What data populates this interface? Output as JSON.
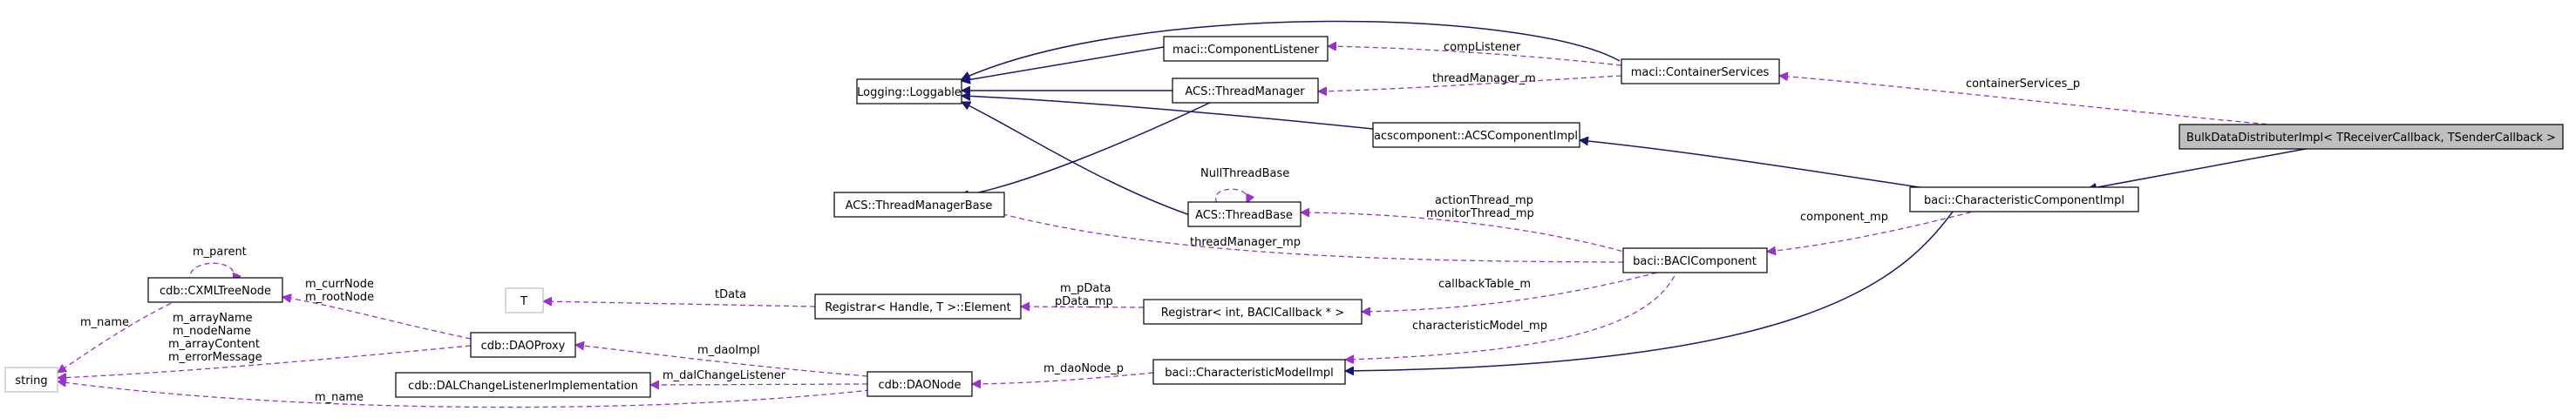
{
  "nodes": {
    "loggable": "Logging::Loggable",
    "component_listener": "maci::ComponentListener",
    "thread_manager": "ACS::ThreadManager",
    "container_services": "maci::ContainerServices",
    "acs_component_impl": "acscomponent::ACSComponentImpl",
    "bulk_data_distributer": "BulkDataDistributerImpl< TReceiverCallback, TSenderCallback >",
    "thread_manager_base": "ACS::ThreadManagerBase",
    "thread_base": "ACS::ThreadBase",
    "characteristic_component_impl": "baci::CharacteristicComponentImpl",
    "cxml_tree_node": "cdb::CXMLTreeNode",
    "t": "T",
    "registrar_element": "Registrar< Handle, T >::Element",
    "registrar_int": "Registrar< int, BACICallback * >",
    "baci_component": "baci::BACIComponent",
    "string": "string",
    "dao_proxy": "cdb::DAOProxy",
    "dal_change_listener": "cdb::DALChangeListenerImplementation",
    "dao_node": "cdb::DAONode",
    "characteristic_model_impl": "baci::CharacteristicModelImpl"
  },
  "edge_labels": {
    "comp_listener": "compListener",
    "thread_manager_m": "threadManager_m",
    "container_services_p": "containerServices_p",
    "null_thread_base": "NullThreadBase",
    "action_thread": "actionThread_mp",
    "monitor_thread": "monitorThread_mp",
    "component_mp": "component_mp",
    "thread_manager_mp": "threadManager_mp",
    "m_parent": "m_parent",
    "m_curr_node": "m_currNode",
    "m_root_node": "m_rootNode",
    "m_name_1": "m_name",
    "t_data": "tData",
    "m_pdata": "m_pData",
    "pdata_mp": "pData_mp",
    "callback_table": "callbackTable_m",
    "m_array_name": "m_arrayName",
    "m_node_name": "m_nodeName",
    "m_array_content": "m_arrayContent",
    "m_error_message": "m_errorMessage",
    "characteristic_model": "characteristicModel_mp",
    "m_dao_impl": "m_daoImpl",
    "m_dal_change_listener": "m_dalChangeListener",
    "m_dao_node_p": "m_daoNode_p",
    "m_name_2": "m_name"
  },
  "colors": {
    "inheritance": "#191970",
    "usage": "#9a32cd",
    "highlight_fill": "#bfbfbf"
  }
}
